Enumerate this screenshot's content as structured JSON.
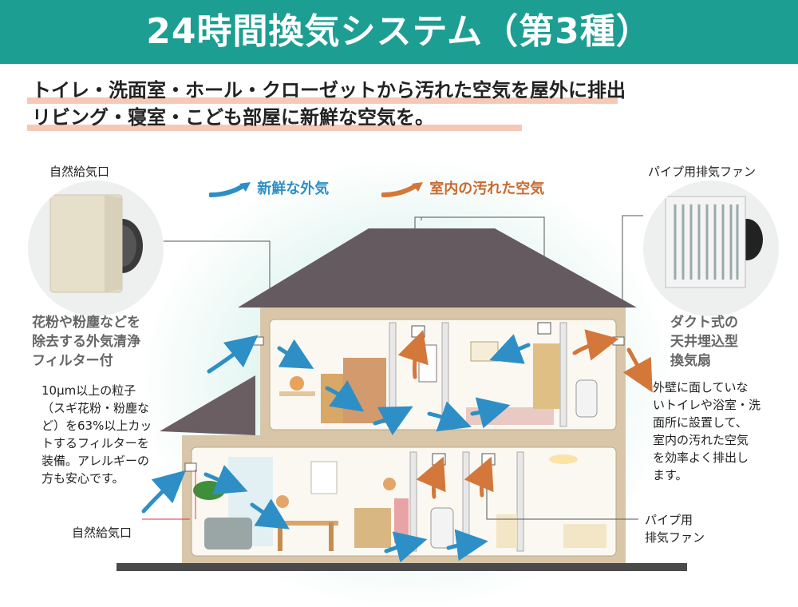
{
  "header": {
    "title": "24時間換気システム（第3種）"
  },
  "intro": {
    "line1": "トイレ・洗面室・ホール・クローゼットから汚れた空気を屋外に排出",
    "line2": "リビング・寝室・こども部屋に新鮮な空気を。"
  },
  "legend": {
    "fresh": "新鮮な外気",
    "dirty": "室内の汚れた空気",
    "fresh_color": "#2e8fc6",
    "dirty_color": "#d4773a"
  },
  "left": {
    "product_label": "自然給気口",
    "feature": [
      "花粉や粉塵などを",
      "除去する外気清浄",
      "フィルター付"
    ],
    "note": [
      "10μm以上の粒子",
      "（スギ花粉・粉塵な",
      "ど）を63%以上カッ",
      "トするフィルターを",
      "装備。アレルギーの",
      "方も安心です。"
    ],
    "bottom_label": "自然給気口"
  },
  "right": {
    "product_label": "パイプ用排気ファン",
    "feature": [
      "ダクト式の",
      "天井埋込型",
      "換気扇"
    ],
    "note": [
      "外壁に面していな",
      "いトイレや浴室・洗",
      "面所に設置して、",
      "室内の汚れた空気",
      "を効率よく排出し",
      "ます。"
    ],
    "bottom_label": [
      "パイプ用",
      "排気ファン"
    ]
  }
}
